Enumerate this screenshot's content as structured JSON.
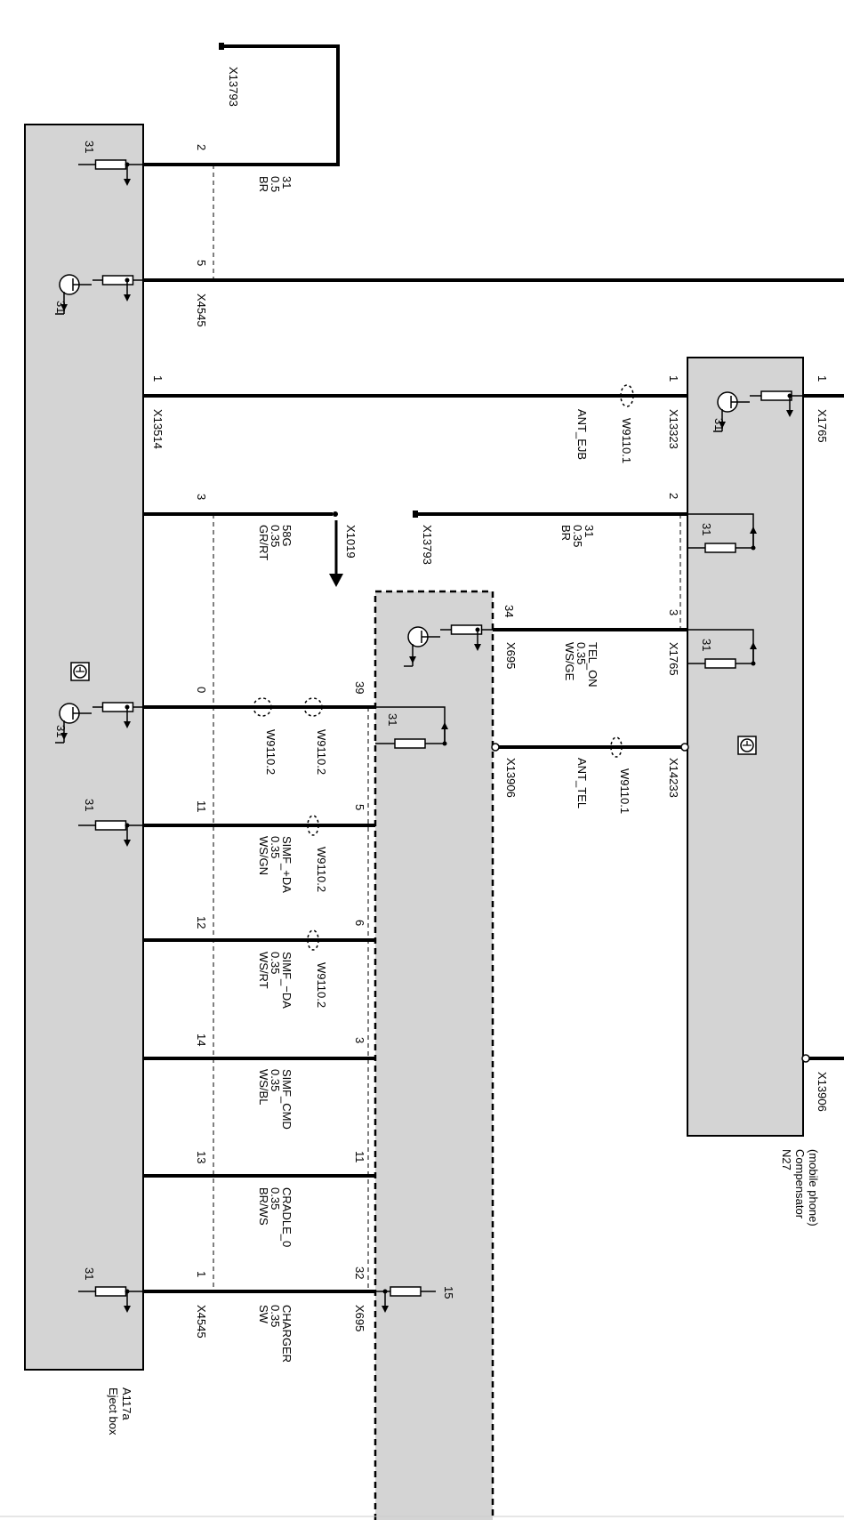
{
  "modules": {
    "eject_box": {
      "code": "A117a",
      "name": "Eject box"
    },
    "compensator": {
      "code": "N27",
      "name": "Compensator",
      "sub": "(mobile phone)"
    }
  },
  "connectors": {
    "x13793_top": "X13793",
    "x4545_a": "X4545",
    "x13514": "X13514",
    "x1019": "X1019",
    "x13793_mid": "X13793",
    "x13323": "X13323",
    "x1765_a": "X1765",
    "x1765_b": "X1765",
    "x695_a": "X695",
    "x13906_a": "X13906",
    "x14233": "X14233",
    "x13906_b": "X13906",
    "x4545_b": "X4545",
    "x695_b": "X695"
  },
  "pins": {
    "eb_2": "2",
    "eb_5": "5",
    "eb_1a": "1",
    "eb_3": "3",
    "eb_0": "0",
    "eb_11": "11",
    "eb_12": "12",
    "eb_14": "14",
    "eb_13": "13",
    "eb_1b": "1",
    "cr_34": "34",
    "cr_39": "39",
    "cr_5": "5",
    "cr_6": "6",
    "cr_3": "3",
    "cr_11": "11",
    "cr_32": "32",
    "cp_1": "1",
    "cp_2": "2",
    "cp_3": "3",
    "cp_out_1": "1"
  },
  "wires": {
    "w1": {
      "sig": "31",
      "size": "0.5",
      "color": "BR"
    },
    "w3": {
      "sig": "58G",
      "size": "0.35",
      "color": "GR/RT"
    },
    "w_tel_br": {
      "sig": "31",
      "size": "0.35",
      "color": "BR"
    },
    "w_tel_on": {
      "sig": "TEL_ON",
      "size": "0.35",
      "color": "WS/GE"
    },
    "w_plus": {
      "sig": "SIMF_+DA",
      "size": "0.35",
      "color": "WS/GN"
    },
    "w_minus": {
      "sig": "SIMF_−DA",
      "size": "0.35",
      "color": "WS/RT"
    },
    "w_cmd": {
      "sig": "SIMF_CMD",
      "size": "0.35",
      "color": "WS/BL"
    },
    "w_cradle": {
      "sig": "CRADLE_0",
      "size": "0.35",
      "color": "BR/WS"
    },
    "w_charger": {
      "sig": "CHARGER",
      "size": "0.35",
      "color": "SW"
    }
  },
  "ground_labels": {
    "g1": "31",
    "g2": "31",
    "g3": "31",
    "g4": "31",
    "g5": "31",
    "g6": "31",
    "g7": "31",
    "g8": "31",
    "g9": "31"
  },
  "supply_15": "15",
  "signals": {
    "ant_ejb": "ANT_EJB",
    "ant_tel": "ANT_TEL"
  },
  "shields": {
    "s1": "W9110.1",
    "s2": "W9110.2",
    "s3": "W9110.2",
    "s4": "W9110.2",
    "s5": "W9110.2",
    "s6": "W9110.1"
  }
}
